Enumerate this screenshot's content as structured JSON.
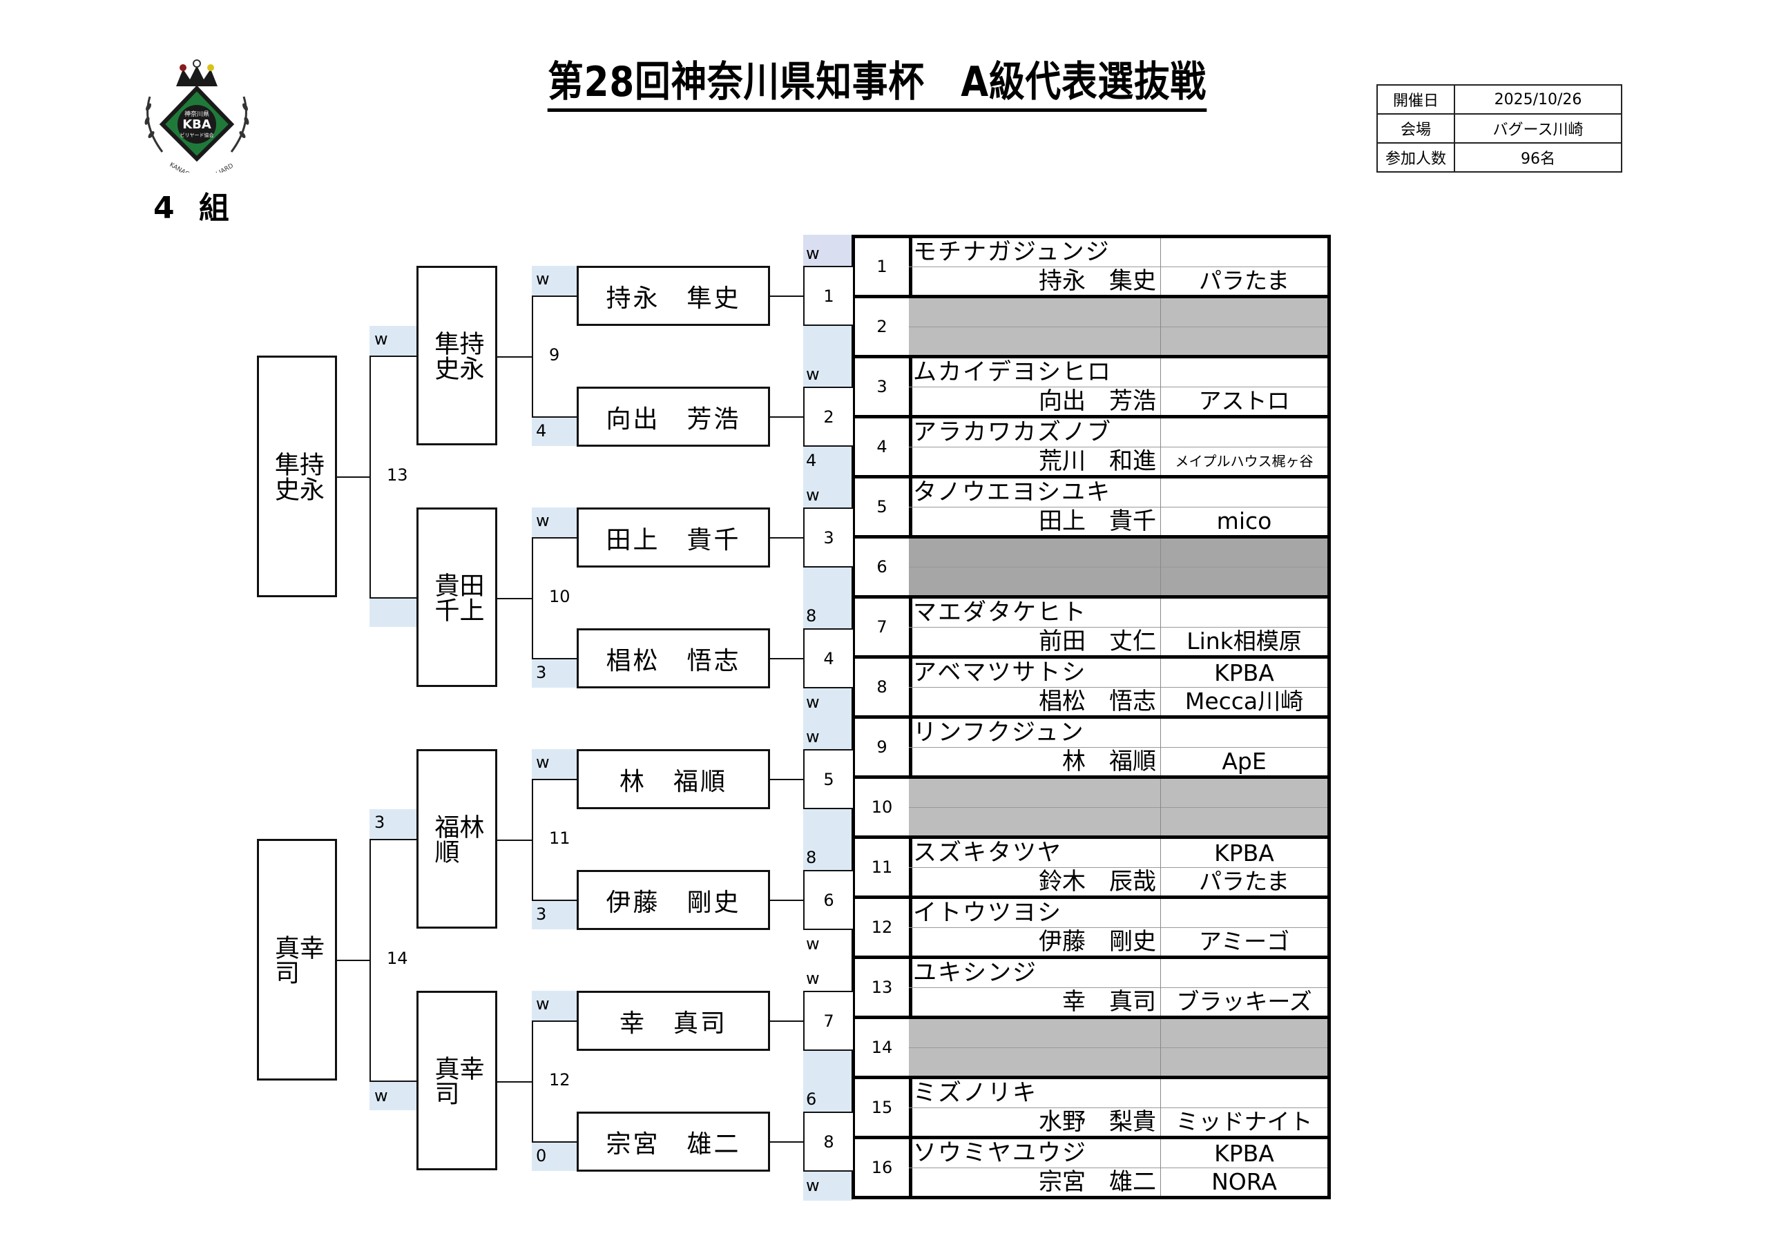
{
  "header": {
    "title": "第28回神奈川県知事杯　A級代表選抜戦",
    "group_label": "4 組",
    "logo": {
      "text_top": "神奈川県",
      "text_main": "KBA",
      "text_sub": "ビリヤード協会",
      "ring_left": "KANAGAWA",
      "ring_right": "BILLIARD",
      "colors": {
        "green": "#1f7a3a",
        "dark": "#1a1a1a"
      }
    }
  },
  "info_table": [
    {
      "key": "開催日",
      "value": "2025/10/26"
    },
    {
      "key": "会場",
      "value": "バグース川崎"
    },
    {
      "key": "参加人数",
      "value": "96名"
    }
  ],
  "colors": {
    "band": "#dce9f5",
    "band_top": "#d9dff0",
    "bye_light": "#bdbdbd",
    "bye_dark": "#a6a6a6"
  },
  "entries": [
    {
      "no": "1",
      "kana": "モチナガジュンジ",
      "name": "持永　集史",
      "club": "パラたま",
      "club_top": ""
    },
    {
      "no": "2",
      "bye": true
    },
    {
      "no": "3",
      "kana": "ムカイデヨシヒロ",
      "name": "向出　芳浩",
      "club": "アストロ",
      "club_top": ""
    },
    {
      "no": "4",
      "kana": "アラカワカズノブ",
      "name": "荒川　和進",
      "club": "メイプルハウス梶ヶ谷",
      "club_top": "",
      "small": true
    },
    {
      "no": "5",
      "kana": "タノウエヨシユキ",
      "name": "田上　貴千",
      "club": "mico",
      "club_top": ""
    },
    {
      "no": "6",
      "bye": true,
      "dark": true
    },
    {
      "no": "7",
      "kana": "マエダタケヒト",
      "name": "前田　丈仁",
      "club": "Link相模原",
      "club_top": ""
    },
    {
      "no": "8",
      "kana": "アベマツサトシ",
      "name": "椙松　悟志",
      "club": "Mecca川崎",
      "club_top": "KPBA"
    },
    {
      "no": "9",
      "kana": "リンフクジュン",
      "name": "林　福順",
      "club": "ApE",
      "club_top": ""
    },
    {
      "no": "10",
      "bye": true
    },
    {
      "no": "11",
      "kana": "スズキタツヤ",
      "name": "鈴木　辰哉",
      "club": "パラたま",
      "club_top": "KPBA"
    },
    {
      "no": "12",
      "kana": "イトウツヨシ",
      "name": "伊藤　剛史",
      "club": "アミーゴ",
      "club_top": ""
    },
    {
      "no": "13",
      "kana": "ユキシンジ",
      "name": "幸　真司",
      "club": "ブラッキーズ",
      "club_top": ""
    },
    {
      "no": "14",
      "bye": true
    },
    {
      "no": "15",
      "kana": "ミズノリキ",
      "name": "水野　梨貴",
      "club": "ミッドナイト",
      "club_top": ""
    },
    {
      "no": "16",
      "kana": "ソウミヤユウジ",
      "name": "宗宮　雄二",
      "club": "NORA",
      "club_top": "KPBA"
    }
  ],
  "round1": [
    {
      "slot": "1",
      "top_label": "w",
      "bottom_label": ""
    },
    {
      "slot": "2",
      "top_label": "w",
      "bottom_label": "4"
    },
    {
      "slot": "3",
      "top_label": "w",
      "bottom_label": ""
    },
    {
      "slot": "4",
      "top_label": "8",
      "bottom_label": "w"
    },
    {
      "slot": "5",
      "top_label": "w",
      "bottom_label": ""
    },
    {
      "slot": "6",
      "top_label": "8",
      "bottom_label": "w"
    },
    {
      "slot": "7",
      "top_label": "w",
      "bottom_label": ""
    },
    {
      "slot": "8",
      "top_label": "6",
      "bottom_label": "w"
    }
  ],
  "round2": [
    {
      "match": "9",
      "top": {
        "name": "持永　隼史",
        "score": "w"
      },
      "bottom": {
        "name": "向出　芳浩",
        "score": "4"
      }
    },
    {
      "match": "10",
      "top": {
        "name": "田上　貴千",
        "score": "w"
      },
      "bottom": {
        "name": "椙松　悟志",
        "score": "3"
      }
    },
    {
      "match": "11",
      "top": {
        "name": "林　福順",
        "score": "w"
      },
      "bottom": {
        "name": "伊藤　剛史",
        "score": "3"
      }
    },
    {
      "match": "12",
      "top": {
        "name": "幸　真司",
        "score": "w"
      },
      "bottom": {
        "name": "宗宮　雄二",
        "score": "0"
      }
    }
  ],
  "round3": [
    {
      "match": "13",
      "top": {
        "name_a": "持永",
        "name_b": "隼史",
        "score": "w"
      },
      "bottom": {
        "name_a": "田上",
        "name_b": "貴千",
        "score": ""
      }
    },
    {
      "match": "14",
      "top": {
        "name_a": "林",
        "name_b": "福順",
        "score": "3"
      },
      "bottom": {
        "name_a": "幸",
        "name_b": "真司",
        "score": "w"
      }
    }
  ],
  "winners": [
    {
      "name_a": "持永",
      "name_b": "隼史"
    },
    {
      "name_a": "幸",
      "name_b": "真司"
    }
  ]
}
